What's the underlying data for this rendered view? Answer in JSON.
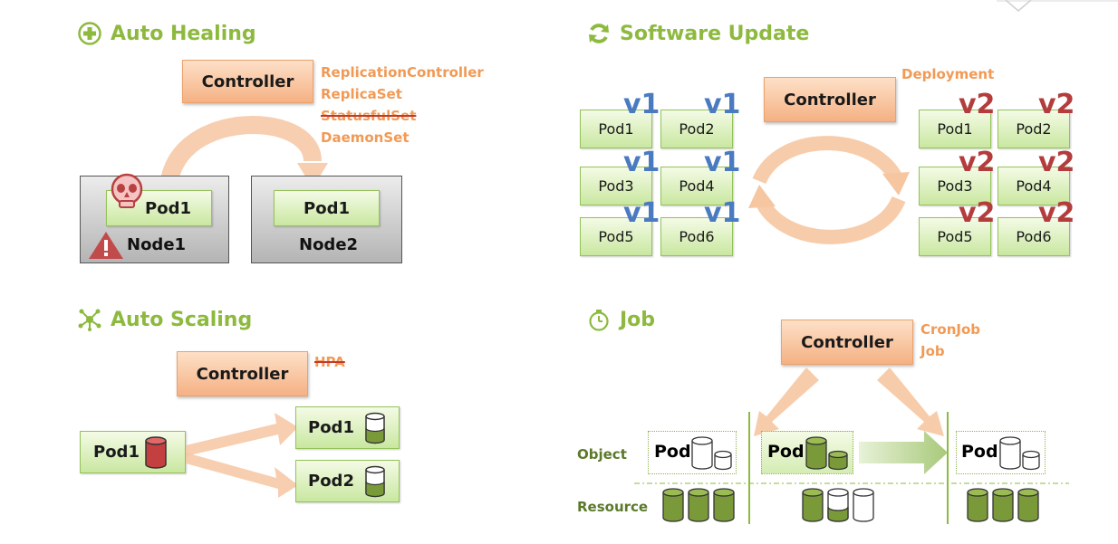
{
  "auto_healing": {
    "title": "Auto Healing",
    "controller": "Controller",
    "objects": [
      "ReplicationController",
      "ReplicaSet",
      "StatusfulSet",
      "DaemonSet"
    ],
    "pod_node1": "Pod1",
    "pod_node2": "Pod1",
    "node1": "Node1",
    "node2": "Node2"
  },
  "software_update": {
    "title": "Software Update",
    "controller": "Controller",
    "object": "Deployment",
    "left_pods": [
      "Pod1",
      "Pod2",
      "Pod3",
      "Pod4",
      "Pod5",
      "Pod6"
    ],
    "right_pods": [
      "Pod1",
      "Pod2",
      "Pod3",
      "Pod4",
      "Pod5",
      "Pod6"
    ],
    "old_version": "v1",
    "new_version": "v2"
  },
  "auto_scaling": {
    "title": "Auto Scaling",
    "controller": "Controller",
    "object": "HPA",
    "source_pod": "Pod1",
    "scaled_pods": [
      "Pod1",
      "Pod2"
    ]
  },
  "job": {
    "title": "Job",
    "controller": "Controller",
    "objects": [
      "CronJob",
      "Job"
    ],
    "row_object": "Object",
    "row_resource": "Resource",
    "pod_label": "Pod"
  },
  "colors": {
    "title_green": "#8dba3e",
    "object_orange": "#f19a55",
    "v1_blue": "#4a7bc0",
    "v2_red": "#b43c3c"
  },
  "icons": [
    "plus-circle-icon",
    "refresh-icon",
    "network-icon",
    "stopwatch-icon",
    "skull-icon",
    "warning-icon",
    "database-icon"
  ]
}
